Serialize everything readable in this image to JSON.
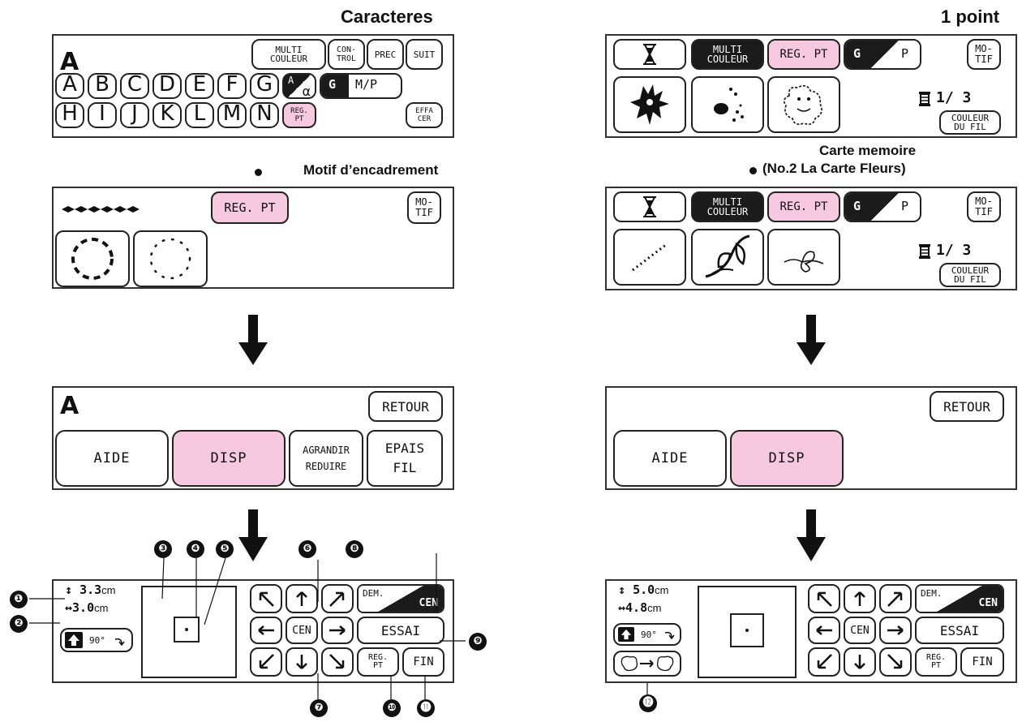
{
  "headings": {
    "caracteres": "Caracteres",
    "one_point": "1 point",
    "motif_encadrement": "Motif d’encadrement",
    "carte_memoire_line1": "Carte memoire",
    "carte_memoire_line2": "(No.2 La Carte Fleurs)"
  },
  "char_panel": {
    "big_letter": "A",
    "multi_couleur": [
      "MULTI",
      "COULEUR"
    ],
    "control": [
      "CON-",
      "TROL"
    ],
    "prec": "PREC",
    "suit": "SUIT",
    "letters_row1": [
      "A",
      "B",
      "C",
      "D",
      "E",
      "F",
      "G"
    ],
    "letters_row2": [
      "H",
      "I",
      "J",
      "K",
      "L",
      "M",
      "N"
    ],
    "alpha_top": "A",
    "alpha_bottom": "α",
    "gmp_g": "G",
    "gmp_rest": "M/P",
    "reg_pt": [
      "REG.",
      "PT"
    ],
    "effacer": [
      "EFFA",
      "CER"
    ]
  },
  "onepoint_panel": {
    "multi_couleur": [
      "MULTI",
      "COULEUR"
    ],
    "reg_pt": "REG. PT",
    "g": "G",
    "p": "P",
    "motif": [
      "MO-",
      "TIF"
    ],
    "thread_count": "1/ 3",
    "couleur_fil": [
      "COULEUR",
      "DU FIL"
    ]
  },
  "frame_panel": {
    "reg_pt": "REG. PT",
    "motif": [
      "MO-",
      "TIF"
    ]
  },
  "card_panel": {
    "multi_couleur": [
      "MULTI",
      "COULEUR"
    ],
    "reg_pt": "REG. PT",
    "g": "G",
    "p": "P",
    "motif": [
      "MO-",
      "TIF"
    ],
    "thread_count": "1/ 3",
    "couleur_fil": [
      "COULEUR",
      "DU FIL"
    ]
  },
  "menu_left": {
    "big_letter": "A",
    "retour": "RETOUR",
    "aide": "AIDE",
    "disp": "DISP",
    "agrandir": [
      "AGRANDIR",
      "REDUIRE"
    ],
    "epais": [
      "EPAIS",
      "FIL"
    ]
  },
  "menu_right": {
    "retour": "RETOUR",
    "aide": "AIDE",
    "disp": "DISP"
  },
  "layout_left": {
    "height": "3.3",
    "width": "3.0",
    "unit": "cm",
    "rotate": "90°",
    "cen": "CEN",
    "dem": "DEM.",
    "dem_cen": "CEN",
    "essai": "ESSAI",
    "reg_pt": [
      "REG.",
      "PT"
    ],
    "fin": "FIN"
  },
  "layout_right": {
    "height": "5.0",
    "width": "4.8",
    "unit": "cm",
    "rotate": "90°",
    "cen": "CEN",
    "dem": "DEM.",
    "dem_cen": "CEN",
    "essai": "ESSAI",
    "reg_pt": [
      "REG.",
      "PT"
    ],
    "fin": "FIN"
  },
  "callouts": [
    "❶",
    "❷",
    "❸",
    "❹",
    "❺",
    "❻",
    "❼",
    "❽",
    "❾",
    "❿",
    "⓫",
    "⓬"
  ],
  "icons": [
    "hourglass-icon",
    "spool-icon",
    "arrow-down-icon",
    "arrow-up-icon",
    "arrow-left-icon",
    "arrow-right-icon",
    "arrow-diagonal-icon",
    "rotate-icon",
    "flip-icon"
  ]
}
